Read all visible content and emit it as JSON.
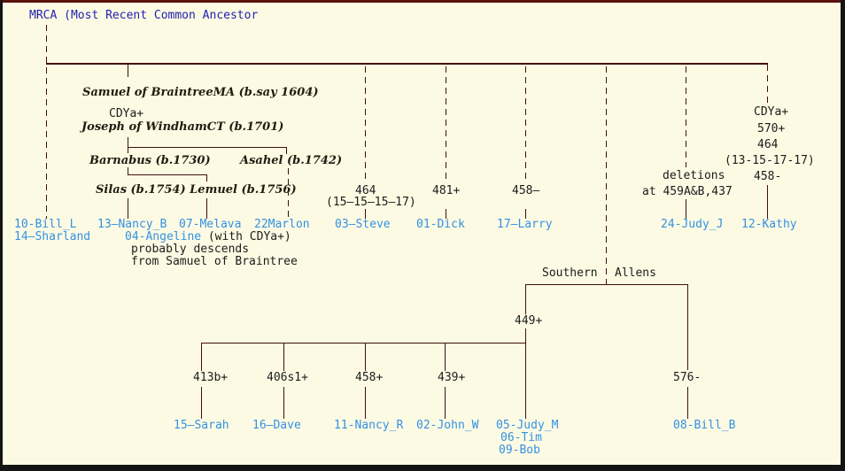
{
  "colors": {
    "background": "#fcfae3",
    "tree_line": "#40100a",
    "title_blue": "#2121b0",
    "name_blue": "#3491e3",
    "text_black": "#1c1c1c"
  },
  "header": {
    "title": "MRCA (Most Recent Common Ancestor"
  },
  "ancestors": {
    "samuel": "Samuel of BraintreeMA (b.say 1604)",
    "samuel_cdy": "CDYa+",
    "joseph": "Joseph of WindhamCT (b.1701)",
    "barnabus": "Barnabus (b.1730)",
    "asahel": "Asahel (b.1742)",
    "silas_lemuel": "Silas (b.1754) Lemuel (b.1756)"
  },
  "markers": {
    "steve_value": "464",
    "steve_detail": "(15—15—15—17)",
    "dick_value": "481+",
    "larry_value": "458—",
    "kathy_cdy": "CDYa+",
    "kathy_570": "570+",
    "kathy_464": "464",
    "kathy_detail": "(13-15-17-17)",
    "kathy_458": "458-",
    "judy_deletions": "deletions",
    "judy_at": "at 459A&B,437",
    "southern_449": "449+",
    "sarah_value": "413b+",
    "dave_value": "406s1+",
    "nancy_r_value": "458+",
    "john_w_value": "439+",
    "bill_b_value": "576-"
  },
  "group_labels": {
    "southern": "Southern",
    "allens": "Allens"
  },
  "people": {
    "bill_l": "10-Bill_L",
    "sharland": "14—Sharland",
    "nancy_b": "13—Nancy_B",
    "melava": "07-Melava",
    "angeline": "04-Angeline",
    "marlon": "22Marlon",
    "steve": "03—Steve",
    "dick": "01-Dick",
    "larry": "17—Larry",
    "judy_j": "24-Judy_J",
    "kathy": "12-Kathy",
    "sarah": "15—Sarah",
    "dave": "16—Dave",
    "nancy_r": "11-Nancy_R",
    "john_w": "02-John_W",
    "judy_m": "05-Judy_M",
    "tim": "06-Tim",
    "bob": "09-Bob",
    "bill_b": "08-Bill_B"
  },
  "notes": {
    "angeline_note": " (with CDYa+)",
    "angeline_line2": "probably descends",
    "angeline_line3": "from Samuel of Braintree"
  }
}
